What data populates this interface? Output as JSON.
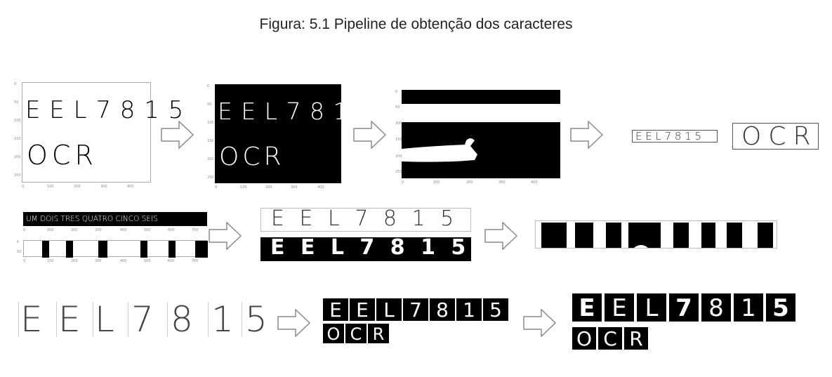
{
  "figure": {
    "title": "Figura: 5.1 Pipeline de obtenção dos caracteres"
  },
  "text": {
    "line1": "EEL7815",
    "line1_spaced": "E E L 7 8 1 5",
    "line2": "OCR",
    "words": "UM DOIS TRES QUATRO CINCO SEIS",
    "chars": [
      "E",
      "E",
      "L",
      "7",
      "8",
      "1",
      "5"
    ],
    "ocr_chars": [
      "O",
      "C",
      "R"
    ]
  },
  "axis": {
    "panel_y_ticks": [
      "0",
      "50",
      "100",
      "150",
      "200",
      "250"
    ],
    "panel_x_ticks": [
      "0",
      "100",
      "200",
      "300",
      "400"
    ],
    "strip_x_ticks": [
      "0",
      "100",
      "200",
      "300",
      "400",
      "500",
      "600",
      "700"
    ],
    "strip_y_ticks": [
      "0",
      "50"
    ]
  },
  "colors": {
    "arrow_fill": "#ffffff",
    "arrow_stroke": "#8a8a8a",
    "ink": "#000000"
  }
}
